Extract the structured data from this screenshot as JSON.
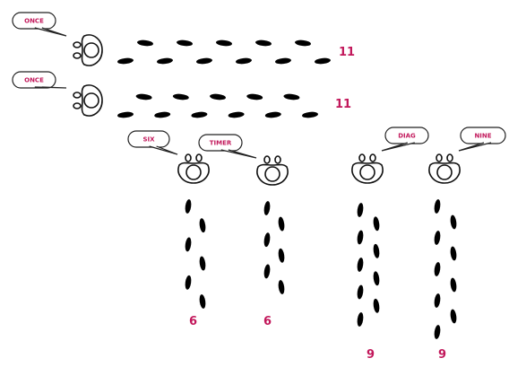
{
  "colors": {
    "label": "#c2185b",
    "footprint": "#000000",
    "outline": "#111111"
  },
  "walkers": [
    {
      "id": "w1",
      "bubble_label": "ONCE",
      "count": "11",
      "direction": "horizontal"
    },
    {
      "id": "w2",
      "bubble_label": "ONCE",
      "count": "11",
      "direction": "horizontal"
    },
    {
      "id": "w3",
      "bubble_label": "SIX",
      "count": "6",
      "direction": "vertical"
    },
    {
      "id": "w4",
      "bubble_label": "TIMER",
      "count": "6",
      "direction": "vertical"
    },
    {
      "id": "w5",
      "bubble_label": "DIAG",
      "count": "9",
      "direction": "vertical"
    },
    {
      "id": "w6",
      "bubble_label": "NINE",
      "count": "9",
      "direction": "vertical"
    }
  ]
}
